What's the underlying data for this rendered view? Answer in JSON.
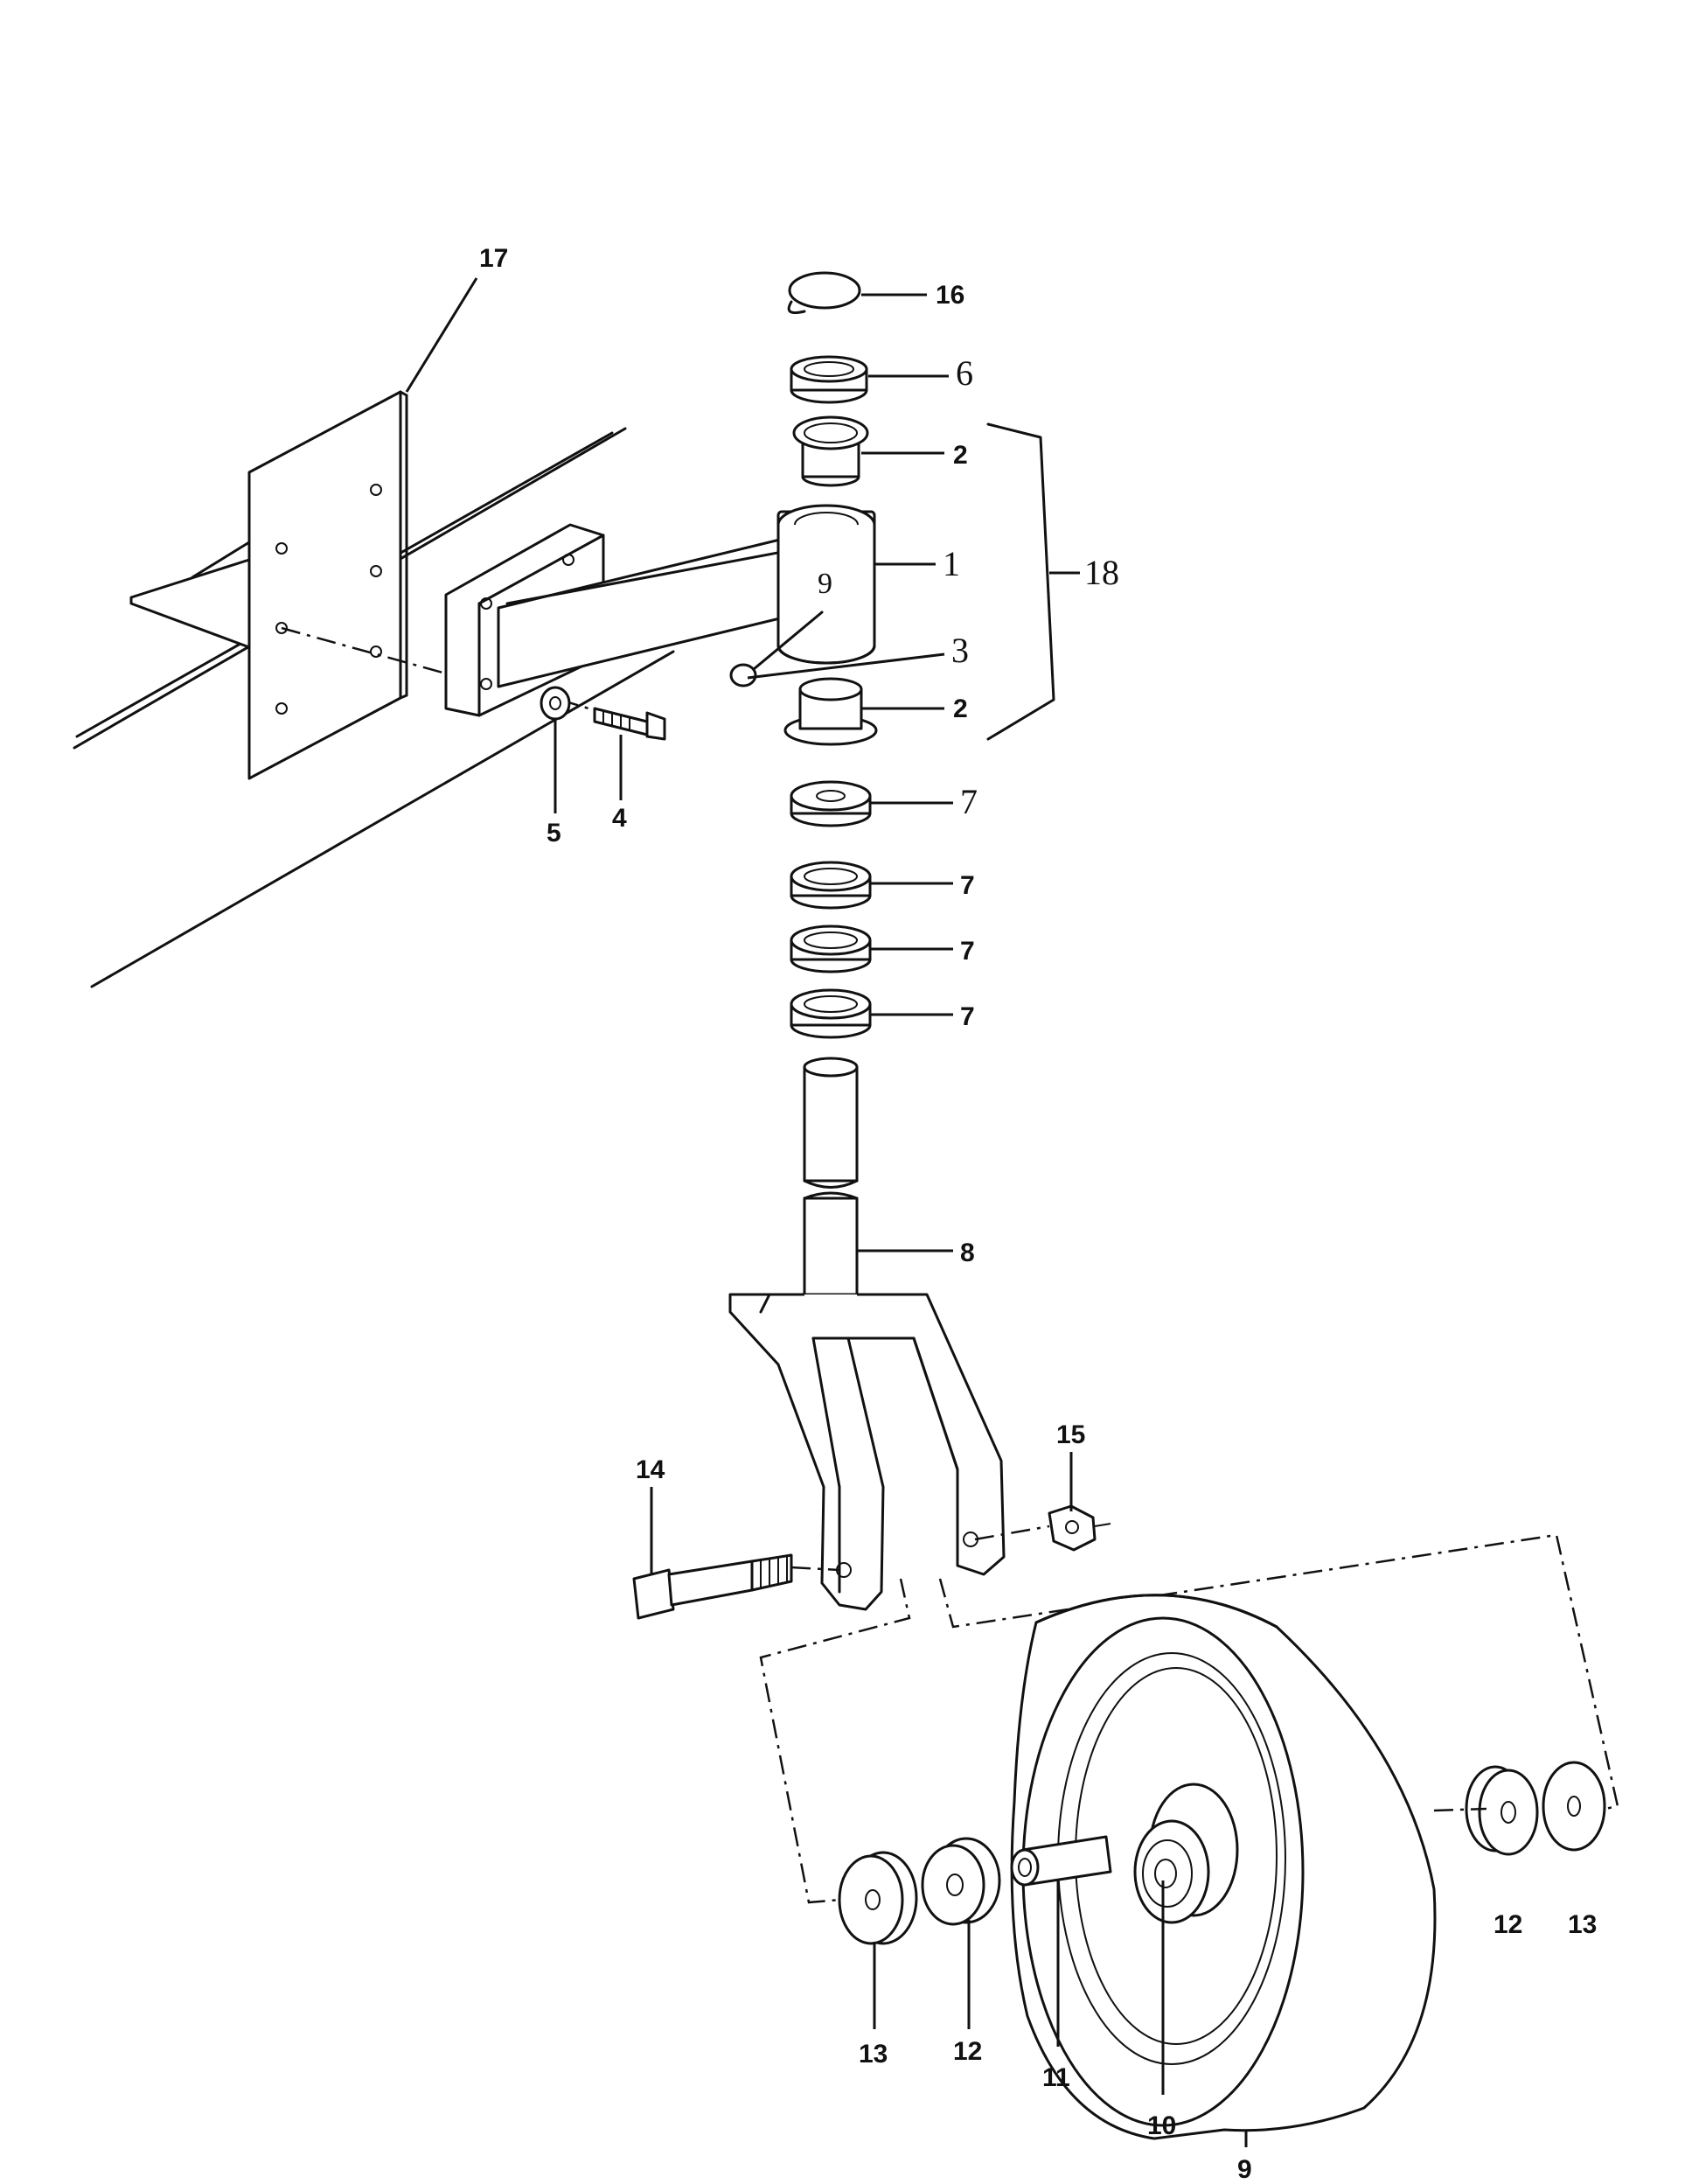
{
  "callouts": {
    "c1": "1",
    "c2a": "2",
    "c2b": "2",
    "c3": "3",
    "c4": "4",
    "c5": "5",
    "c6": "6",
    "c7a": "7",
    "c7b": "7",
    "c7c": "7",
    "c7d": "7",
    "c8": "8",
    "c9": "9",
    "c10": "10",
    "c11": "11",
    "c12a": "12",
    "c12b": "12",
    "c13a": "13",
    "c13b": "13",
    "c14": "14",
    "c15": "15",
    "c16": "16",
    "c17": "17",
    "c18": "18"
  }
}
